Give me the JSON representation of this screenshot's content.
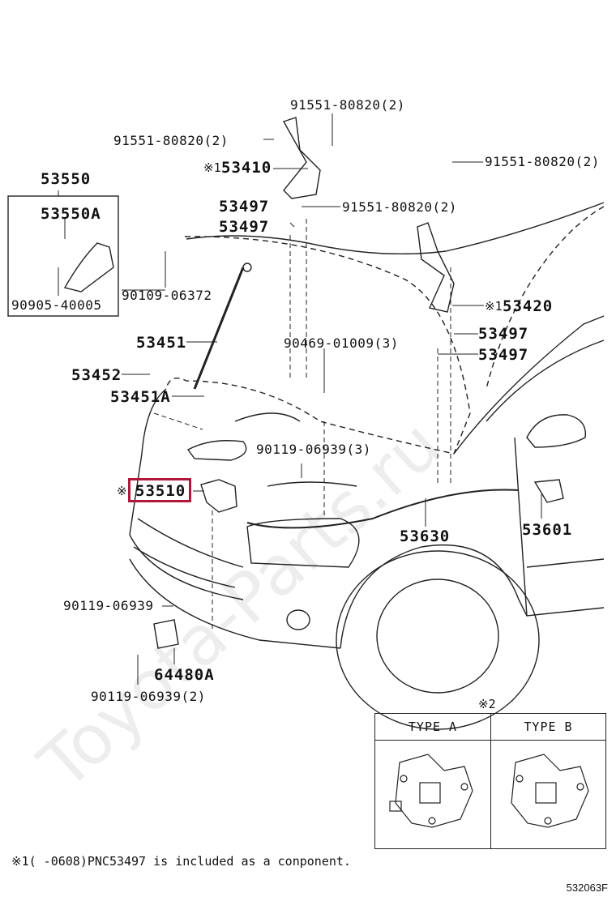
{
  "labels": {
    "p91551_top": "91551-80820(2)",
    "p91551_left": "91551-80820(2)",
    "p53410": "53410",
    "p91551_right": "91551-80820(2)",
    "p53550": "53550",
    "p53550A": "53550A",
    "p53497_a": "53497",
    "p53497_b": "53497",
    "p91551_mid": "91551-80820(2)",
    "p90905": "90905-40005",
    "p90109": "90109-06372",
    "p53420": "53420",
    "p53451": "53451",
    "p90469": "90469-01009(3)",
    "p53497_c": "53497",
    "p53497_d": "53497",
    "p53452": "53452",
    "p53451A": "53451A",
    "p90119_3": "90119-06939(3)",
    "p53510": "53510",
    "p53601": "53601",
    "p53630": "53630",
    "p90119_a": "90119-06939",
    "p64480A": "64480A",
    "p90119_2": "90119-06939(2)"
  },
  "marks": {
    "note1_a": "※1",
    "note1_b": "※1",
    "note1_c": "※",
    "note2": "※2"
  },
  "types": {
    "a": "TYPE  A",
    "b": "TYPE  B"
  },
  "footnote": "※1(    -0608)PNC53497 is included as a conponent.",
  "figure_code": "532063F",
  "watermark": "Toyota-Parts.ru",
  "colors": {
    "highlight": "#b0173a",
    "line": "#222222"
  }
}
